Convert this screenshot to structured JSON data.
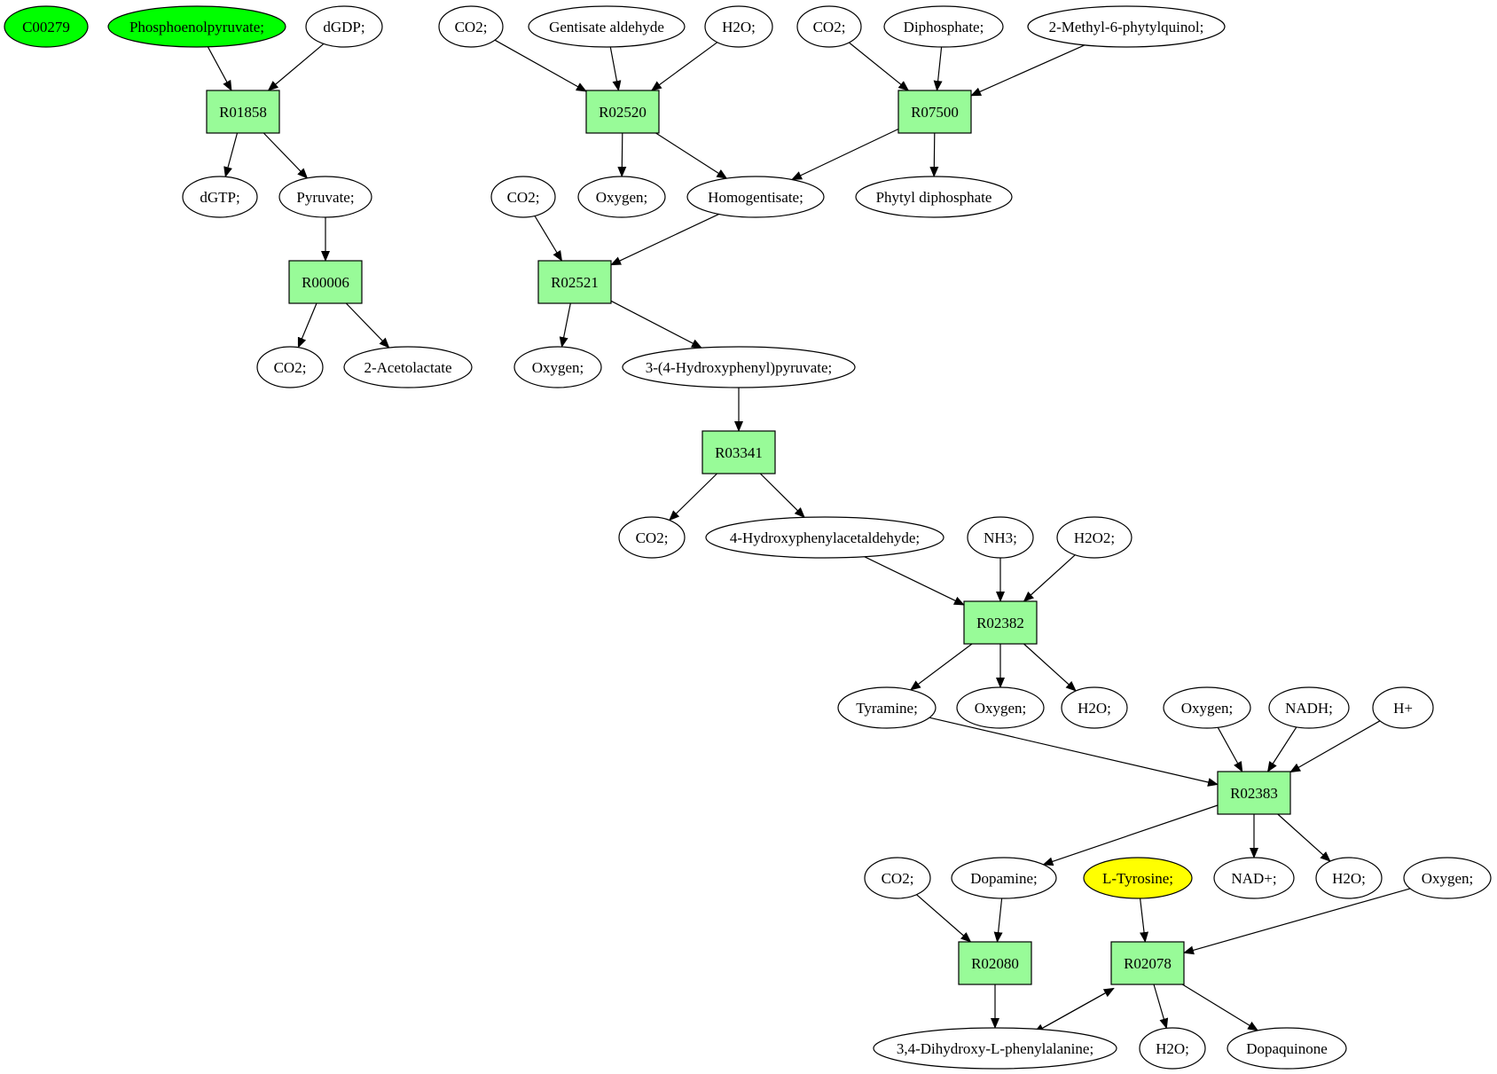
{
  "colors": {
    "reaction_fill": "#98FB98",
    "highlight_green": "#00FF00",
    "highlight_yellow": "#FFFF00",
    "compound_fill": "#FFFFFF",
    "stroke": "#000000"
  },
  "nodes": [
    {
      "id": "c00279",
      "label": "C00279",
      "type": "compound",
      "highlight": "green"
    },
    {
      "id": "pep",
      "label": "Phosphoenolpyruvate;",
      "type": "compound",
      "highlight": "green"
    },
    {
      "id": "dgdp",
      "label": "dGDP;",
      "type": "compound"
    },
    {
      "id": "co2_a",
      "label": "CO2;",
      "type": "compound"
    },
    {
      "id": "gentisate",
      "label": "Gentisate aldehyde",
      "type": "compound"
    },
    {
      "id": "h2o_a",
      "label": "H2O;",
      "type": "compound"
    },
    {
      "id": "co2_b",
      "label": "CO2;",
      "type": "compound"
    },
    {
      "id": "diphosphate",
      "label": "Diphosphate;",
      "type": "compound"
    },
    {
      "id": "mpq",
      "label": "2-Methyl-6-phytylquinol;",
      "type": "compound"
    },
    {
      "id": "r01858",
      "label": "R01858",
      "type": "reaction"
    },
    {
      "id": "r02520",
      "label": "R02520",
      "type": "reaction"
    },
    {
      "id": "r07500",
      "label": "R07500",
      "type": "reaction"
    },
    {
      "id": "dgtp",
      "label": "dGTP;",
      "type": "compound"
    },
    {
      "id": "pyruvate",
      "label": "Pyruvate;",
      "type": "compound"
    },
    {
      "id": "co2_c",
      "label": "CO2;",
      "type": "compound"
    },
    {
      "id": "oxygen_a",
      "label": "Oxygen;",
      "type": "compound"
    },
    {
      "id": "homogentisate",
      "label": "Homogentisate;",
      "type": "compound"
    },
    {
      "id": "phytyl",
      "label": "Phytyl diphosphate",
      "type": "compound"
    },
    {
      "id": "r00006",
      "label": "R00006",
      "type": "reaction"
    },
    {
      "id": "r02521",
      "label": "R02521",
      "type": "reaction"
    },
    {
      "id": "co2_d",
      "label": "CO2;",
      "type": "compound"
    },
    {
      "id": "acetolactate",
      "label": "2-Acetolactate",
      "type": "compound"
    },
    {
      "id": "oxygen_b",
      "label": "Oxygen;",
      "type": "compound"
    },
    {
      "id": "hpp",
      "label": "3-(4-Hydroxyphenyl)pyruvate;",
      "type": "compound"
    },
    {
      "id": "r03341",
      "label": "R03341",
      "type": "reaction"
    },
    {
      "id": "co2_e",
      "label": "CO2;",
      "type": "compound"
    },
    {
      "id": "hpaa",
      "label": "4-Hydroxyphenylacetaldehyde;",
      "type": "compound"
    },
    {
      "id": "nh3",
      "label": "NH3;",
      "type": "compound"
    },
    {
      "id": "h2o2",
      "label": "H2O2;",
      "type": "compound"
    },
    {
      "id": "r02382",
      "label": "R02382",
      "type": "reaction"
    },
    {
      "id": "tyramine",
      "label": "Tyramine;",
      "type": "compound"
    },
    {
      "id": "oxygen_c",
      "label": "Oxygen;",
      "type": "compound"
    },
    {
      "id": "h2o_b",
      "label": "H2O;",
      "type": "compound"
    },
    {
      "id": "oxygen_d",
      "label": "Oxygen;",
      "type": "compound"
    },
    {
      "id": "nadh",
      "label": "NADH;",
      "type": "compound"
    },
    {
      "id": "hplus",
      "label": "H+",
      "type": "compound"
    },
    {
      "id": "r02383",
      "label": "R02383",
      "type": "reaction"
    },
    {
      "id": "co2_f",
      "label": "CO2;",
      "type": "compound"
    },
    {
      "id": "dopamine",
      "label": "Dopamine;",
      "type": "compound"
    },
    {
      "id": "ltyrosine",
      "label": "L-Tyrosine;",
      "type": "compound",
      "highlight": "yellow"
    },
    {
      "id": "nadplus",
      "label": "NAD+;",
      "type": "compound"
    },
    {
      "id": "h2o_c",
      "label": "H2O;",
      "type": "compound"
    },
    {
      "id": "oxygen_e",
      "label": "Oxygen;",
      "type": "compound"
    },
    {
      "id": "r02080",
      "label": "R02080",
      "type": "reaction"
    },
    {
      "id": "r02078",
      "label": "R02078",
      "type": "reaction"
    },
    {
      "id": "dopa",
      "label": "3,4-Dihydroxy-L-phenylalanine;",
      "type": "compound"
    },
    {
      "id": "h2o_d",
      "label": "H2O;",
      "type": "compound"
    },
    {
      "id": "dopaquinone",
      "label": "Dopaquinone",
      "type": "compound"
    }
  ],
  "edges": [
    [
      "pep",
      "r01858"
    ],
    [
      "dgdp",
      "r01858"
    ],
    [
      "r01858",
      "dgtp"
    ],
    [
      "r01858",
      "pyruvate"
    ],
    [
      "pyruvate",
      "r00006"
    ],
    [
      "r00006",
      "co2_d"
    ],
    [
      "r00006",
      "acetolactate"
    ],
    [
      "co2_a",
      "r02520"
    ],
    [
      "gentisate",
      "r02520"
    ],
    [
      "h2o_a",
      "r02520"
    ],
    [
      "r02520",
      "oxygen_a"
    ],
    [
      "r02520",
      "homogentisate"
    ],
    [
      "co2_b",
      "r07500"
    ],
    [
      "diphosphate",
      "r07500"
    ],
    [
      "mpq",
      "r07500"
    ],
    [
      "r07500",
      "homogentisate"
    ],
    [
      "r07500",
      "phytyl"
    ],
    [
      "co2_c",
      "r02521"
    ],
    [
      "homogentisate",
      "r02521"
    ],
    [
      "r02521",
      "oxygen_b"
    ],
    [
      "r02521",
      "hpp"
    ],
    [
      "hpp",
      "r03341"
    ],
    [
      "r03341",
      "co2_e"
    ],
    [
      "r03341",
      "hpaa"
    ],
    [
      "hpaa",
      "r02382"
    ],
    [
      "nh3",
      "r02382"
    ],
    [
      "h2o2",
      "r02382"
    ],
    [
      "r02382",
      "tyramine"
    ],
    [
      "r02382",
      "oxygen_c"
    ],
    [
      "r02382",
      "h2o_b"
    ],
    [
      "tyramine",
      "r02383"
    ],
    [
      "oxygen_d",
      "r02383"
    ],
    [
      "nadh",
      "r02383"
    ],
    [
      "hplus",
      "r02383"
    ],
    [
      "r02383",
      "dopamine"
    ],
    [
      "r02383",
      "nadplus"
    ],
    [
      "r02383",
      "h2o_c"
    ],
    [
      "co2_f",
      "r02080"
    ],
    [
      "dopamine",
      "r02080"
    ],
    [
      "r02080",
      "dopa"
    ],
    [
      "ltyrosine",
      "r02078"
    ],
    [
      "oxygen_e",
      "r02078"
    ],
    [
      "dopa",
      "r02078"
    ],
    [
      "r02078",
      "dopa"
    ],
    [
      "r02078",
      "h2o_d"
    ],
    [
      "r02078",
      "dopaquinone"
    ]
  ]
}
